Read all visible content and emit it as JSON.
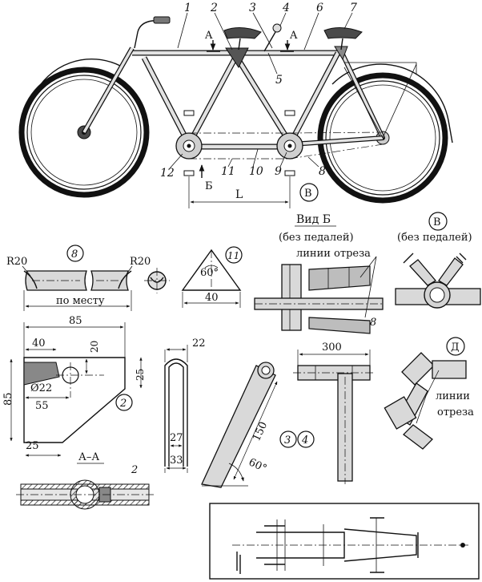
{
  "callouts": {
    "c1": "1",
    "c2": "2",
    "c3": "3",
    "c4": "4",
    "c5": "5",
    "c6": "6",
    "c7": "7",
    "c8": "8",
    "c9": "9",
    "c10": "10",
    "c11": "11",
    "c12": "12"
  },
  "section_marks": {
    "a_left": "A",
    "a_right": "A",
    "b": "Б",
    "length": "L",
    "view_v": "В"
  },
  "part8": {
    "label": "8",
    "radius_left": "R20",
    "radius_right": "R20",
    "length": "по месту"
  },
  "part11": {
    "label": "11",
    "angle": "60°",
    "side": "40"
  },
  "view_b": {
    "title": "Вид Б",
    "subtitle": "(без педалей)",
    "cut_lines": "линии отреза",
    "part": "8"
  },
  "view_v": {
    "label": "В",
    "subtitle": "(без педалей)"
  },
  "part2": {
    "label": "2",
    "width": "85",
    "offset": "40",
    "hole_y": "20",
    "right_h": "25",
    "hole": "Ø22",
    "hole_x": "55",
    "height": "85",
    "bottom_w": "25"
  },
  "section_aa": {
    "title": "А–А",
    "part": "2"
  },
  "clip": {
    "top": "22",
    "inner": "27",
    "outer": "33"
  },
  "part34": {
    "length": "150",
    "angle": "60°",
    "label_a": "3",
    "label_b": "4"
  },
  "tee": {
    "length": "300"
  },
  "view_d": {
    "label": "Д",
    "cut_lines_1": "линии",
    "cut_lines_2": "отреза"
  }
}
